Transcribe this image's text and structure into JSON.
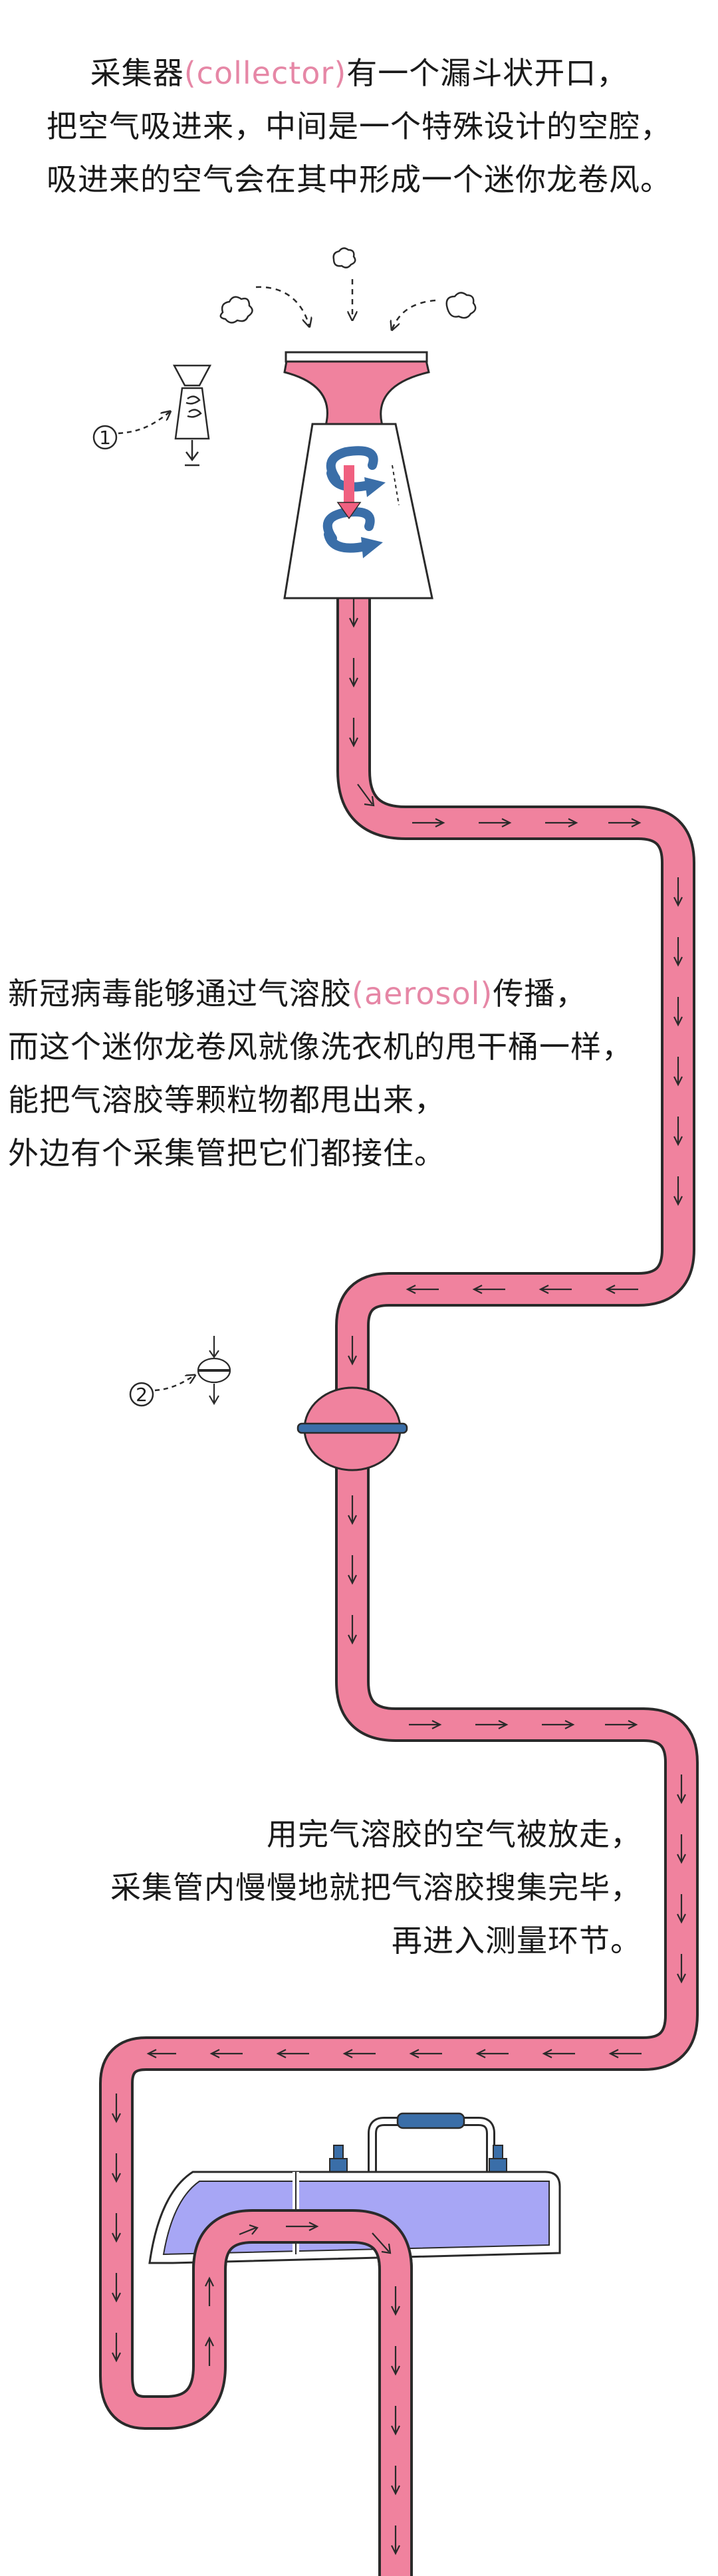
{
  "captions": {
    "intro": {
      "line1_before": "采集器",
      "line1_term": "(collector)",
      "line1_after": "有一个漏斗状开口，",
      "line2": "把空气吸进来，中间是一个特殊设计的空腔，",
      "line3": "吸进来的空气会在其中形成一个迷你龙卷风。"
    },
    "aerosol": {
      "line1_before": "新冠病毒能够通过气溶胶",
      "line1_term": "(aerosol)",
      "line1_after": "传播，",
      "line2": "而这个迷你龙卷风就像洗衣机的甩干桶一样，",
      "line3": "能把气溶胶等颗粒物都甩出来，",
      "line4": "外边有个采集管把它们都接住。"
    },
    "release": {
      "line1": "用完气溶胶的空气被放走，",
      "line2": "采集管内慢慢地就把气溶胶搜集完毕，",
      "line3": "再进入测量环节。"
    }
  },
  "markers": {
    "step1": "1",
    "step2": "2"
  },
  "colors": {
    "tube": "#f0829e",
    "tube_outline": "#2a2a2a",
    "funnel": "#f0829e",
    "swirl_arrow": "#3a6ea8",
    "flow_arrow_pink": "#f06080",
    "device_body": "#a7a6f5",
    "device_handle": "#3a6ea8",
    "valve_band": "#3a6ea8",
    "term_highlight": "#e687a6",
    "text": "#1a1a1a"
  },
  "icons": [
    "dust-particle-icon",
    "funnel-collector-icon",
    "tornado-swirl-icon",
    "flow-arrow-icon",
    "filter-valve-icon",
    "collection-device-icon"
  ]
}
